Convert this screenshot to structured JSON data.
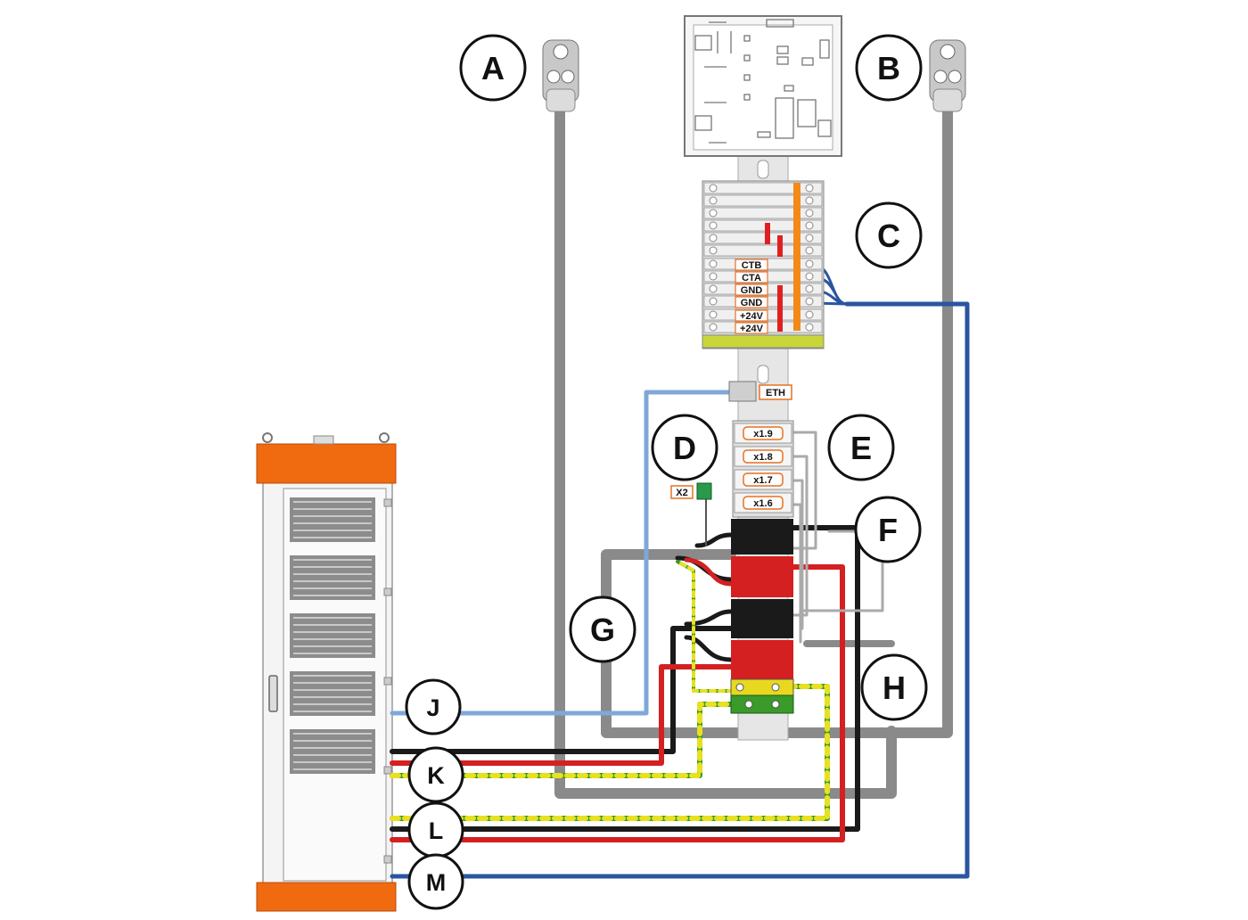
{
  "callouts": {
    "A": "A",
    "B": "B",
    "C": "C",
    "D": "D",
    "E": "E",
    "F": "F",
    "G": "G",
    "H": "H",
    "J": "J",
    "K": "K",
    "L": "L",
    "M": "M"
  },
  "terminals": {
    "ctb": "CTB",
    "cta": "CTA",
    "gnd1": "GND",
    "gnd2": "GND",
    "v24_1": "+24V",
    "v24_2": "+24V"
  },
  "tags": {
    "eth": "ETH",
    "x2": "X2",
    "x19": "x1.9",
    "x18": "x1.8",
    "x17": "x1.7",
    "x16": "x1.6"
  },
  "colors": {
    "cable_grey": "#8a8a8a",
    "eth_blue": "#7fa8d8",
    "can_blue": "#2a55a0",
    "dc_red": "#d42020",
    "dc_black": "#1a1a1a",
    "earth_green": "#3a9a2a",
    "earth_yellow": "#e8e020",
    "cabinet_orange": "#f06a10",
    "tag_orange": "#e87020"
  }
}
